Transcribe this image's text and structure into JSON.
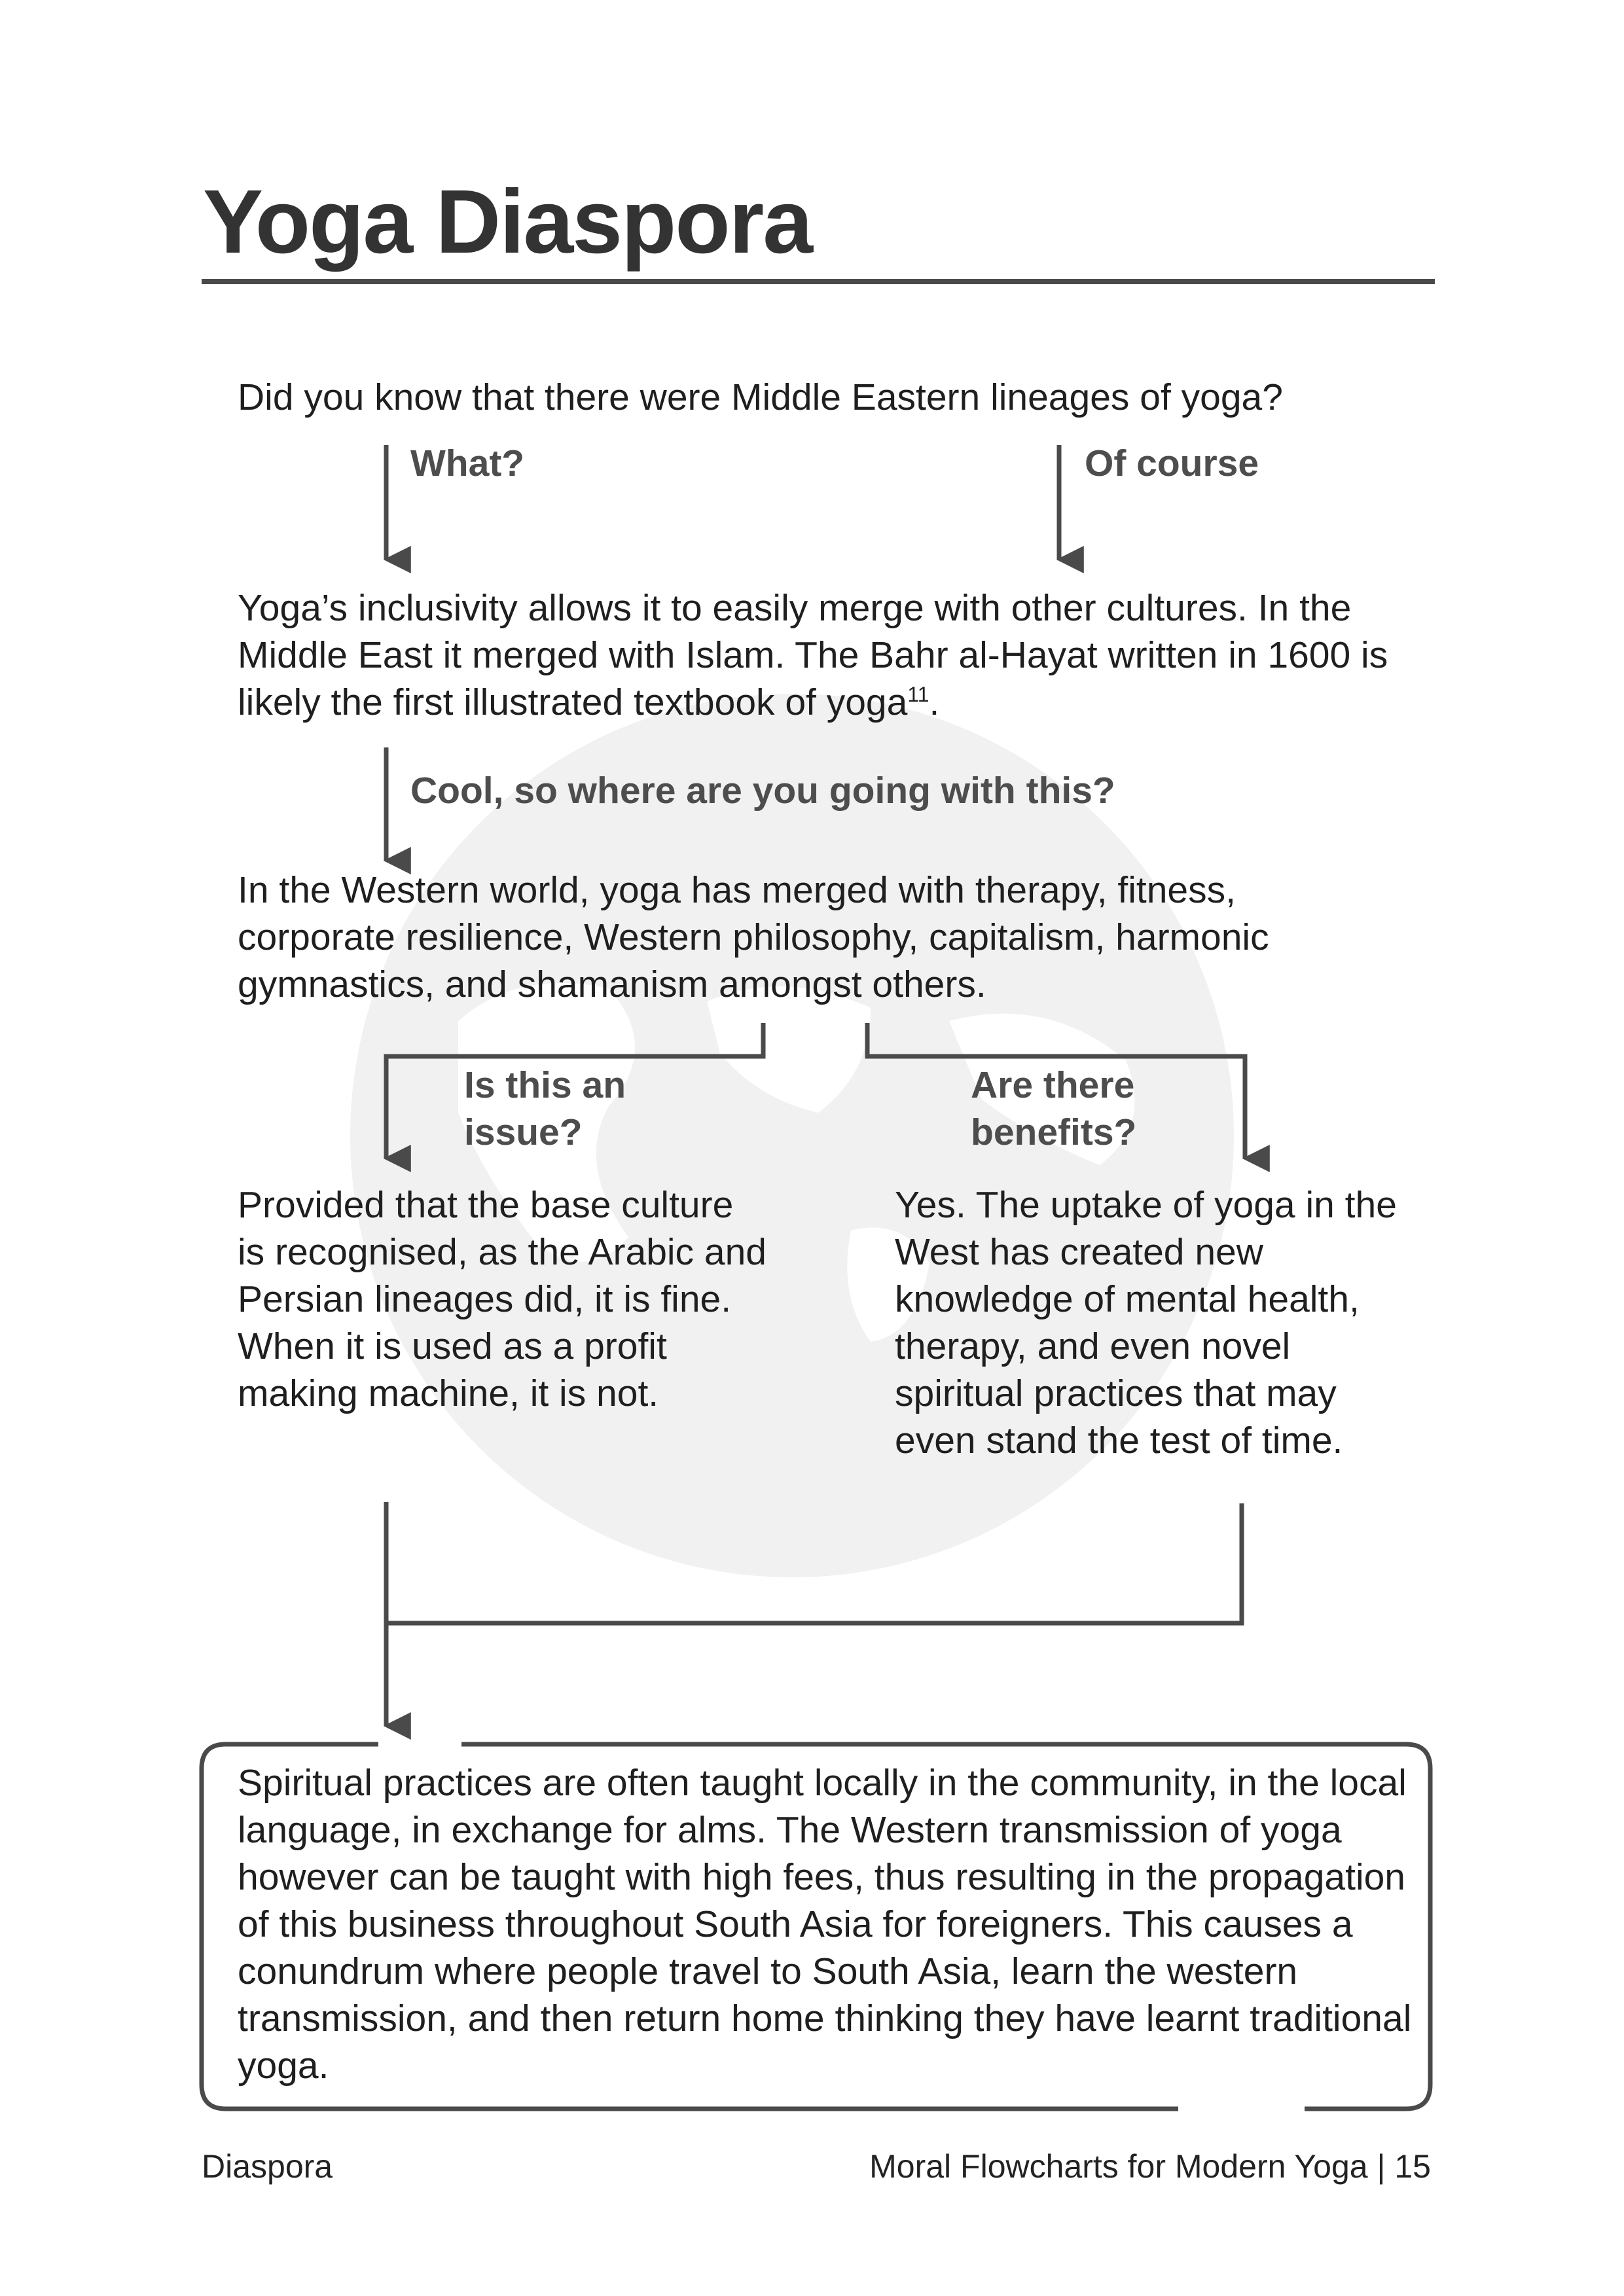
{
  "page": {
    "title": "Yoga Diaspora",
    "footer_left": "Diaspora",
    "footer_right": "Moral Flowcharts for Modern Yoga | 15"
  },
  "flowchart": {
    "question": "Did you know that there were Middle Eastern lineages of yoga?",
    "choice_what": "What?",
    "choice_of_course": "Of course",
    "inclusivity_text": "Yoga’s inclusivity allows it to easily merge with other cultures. In the Middle East it merged with Islam. The Bahr al-Hayat written in 1600 is likely the first illustrated textbook of yoga",
    "footnote_ref": "11",
    "footnote_suffix": ".",
    "choice_where": "Cool, so where are you going with this?",
    "western_text": "In the Western world, yoga has merged with therapy, fitness, corporate resilience, Western philosophy, capitalism, harmonic gymnastics, and shamanism amongst others.",
    "choice_issue": "Is this an issue?",
    "choice_benefits": "Are there benefits?",
    "issue_answer": "Provided that the base culture is recognised, as the Arabic and Persian lineages did, it is fine. When it is used as a profit making machine, it is not.",
    "benefits_answer": "Yes. The uptake of yoga in the West has created new knowledge of mental health, therapy, and even novel spiritual practices that may even stand the test of time.",
    "conclusion": "Spiritual practices are often taught locally in the community, in the local language, in exchange for alms. The Western transmission of yoga however can be taught with high fees, thus resulting in the propagation of this business throughout South Asia for foreigners. This causes a conundrum where people travel to South Asia, learn the western transmission, and then return home thinking they have learnt traditional yoga."
  },
  "colors": {
    "arrow": "#4a4a4a",
    "globe": "#f1f1f1",
    "heading": "#333333",
    "choice": "#4d4d4d"
  },
  "icons": [
    "globe-watermark-icon",
    "arrow-down-icon"
  ]
}
